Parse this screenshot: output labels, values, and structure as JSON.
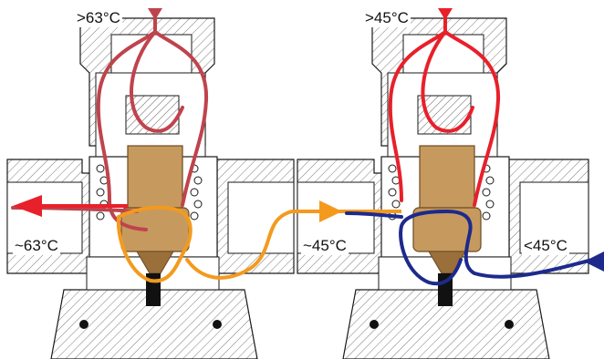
{
  "colors": {
    "hot": "#e8202a",
    "hot_muted": "#c0434c",
    "warm": "#f39a1e",
    "cold": "#1d2a8c",
    "brass": "#c69a5e",
    "brass_dark": "#9a6f3a",
    "hatch": "#7a7a7a",
    "outline": "#1a1a1a"
  },
  "valves": [
    {
      "id": "left",
      "inlet_top_label": ">63°C",
      "outlet_label": "~63°C",
      "mixed_color": "warm"
    },
    {
      "id": "right",
      "inlet_top_label": ">45°C",
      "outlet_label": "~45°C",
      "cold_label": "<45°C",
      "mixed_color": "warm"
    }
  ]
}
